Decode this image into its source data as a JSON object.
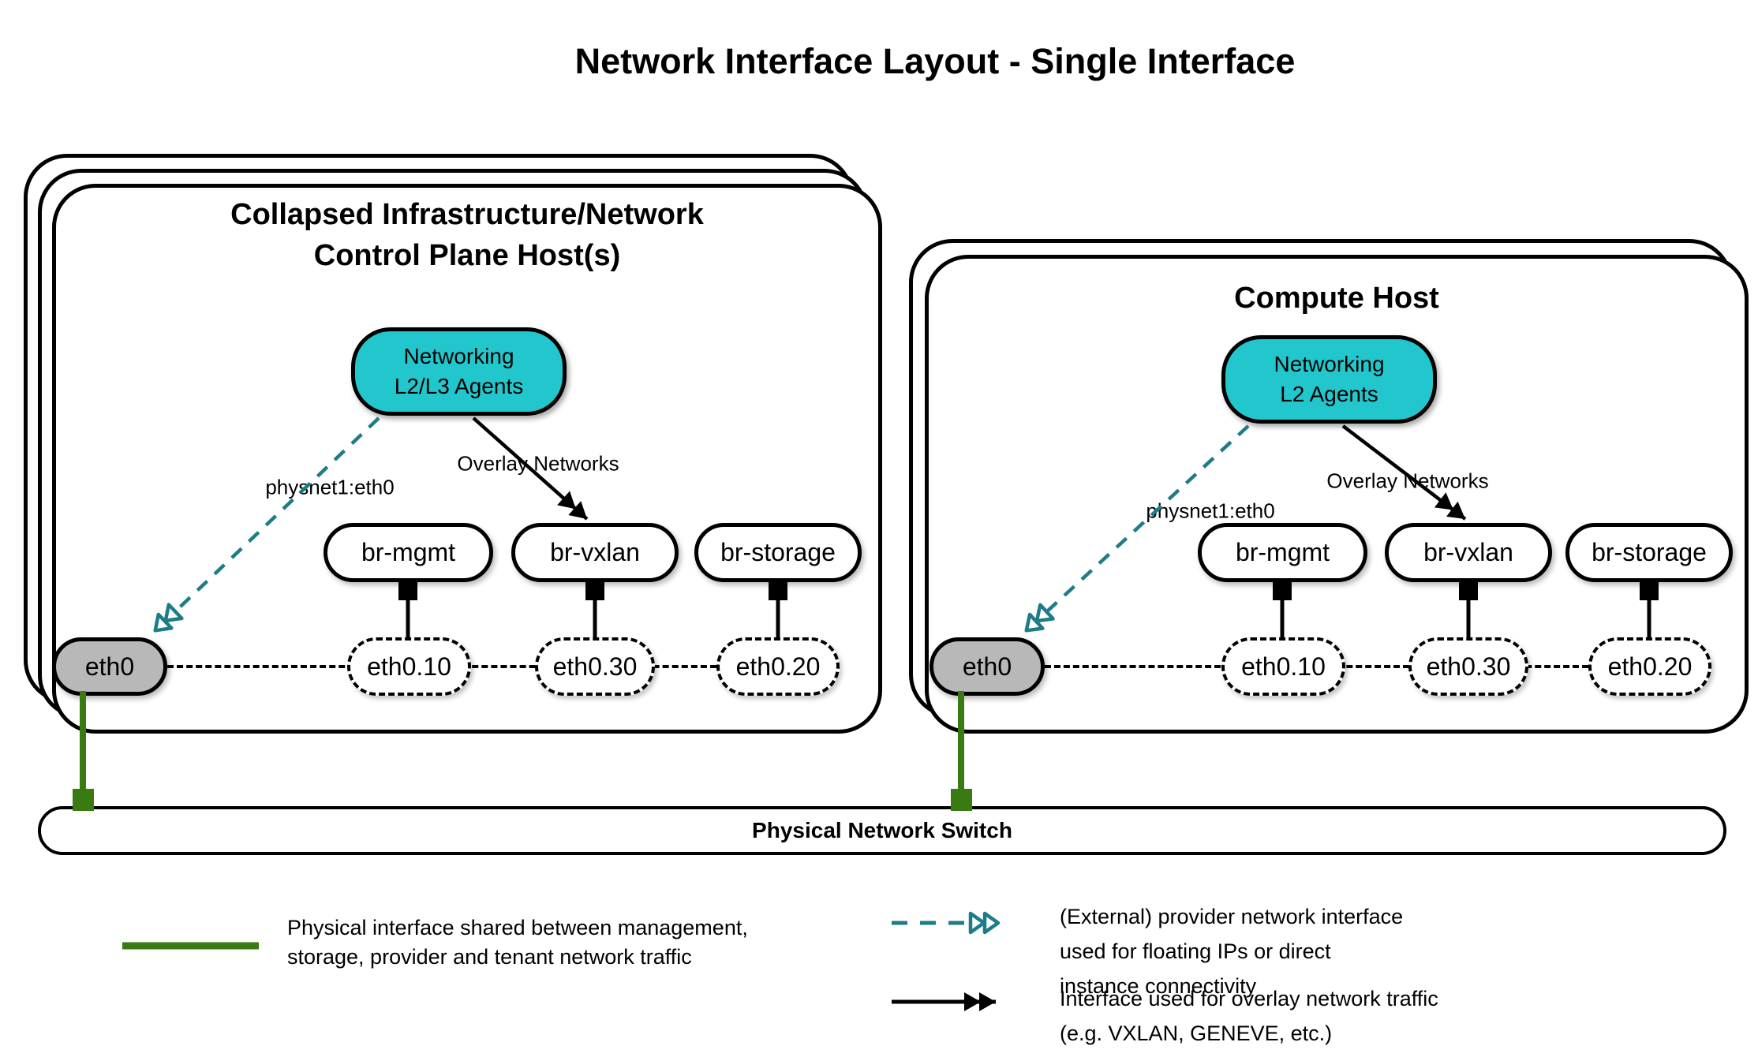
{
  "page_title": "Network Interface Layout - Single Interface",
  "colors": {
    "agent_fill": "#22c7cd",
    "provider_arrow_teal": "#1d7c88",
    "physical_green": "#3a7a12",
    "nic_gray": "#b8b8b8",
    "line_black": "#000000"
  },
  "hosts": [
    {
      "title_line1": "Collapsed Infrastructure/Network",
      "title_line2": "Control Plane Host(s)",
      "agent_line1": "Networking",
      "agent_line2": "L2/L3 Agents",
      "provider_label": "physnet1:eth0",
      "overlay_label": "Overlay Networks",
      "bridges": [
        {
          "label": "br-mgmt"
        },
        {
          "label": "br-vxlan"
        },
        {
          "label": "br-storage"
        }
      ],
      "interfaces": [
        {
          "label": "eth0"
        },
        {
          "label": "eth0.10"
        },
        {
          "label": "eth0.30"
        },
        {
          "label": "eth0.20"
        }
      ]
    },
    {
      "title_line1": "Compute Host",
      "agent_line1": "Networking",
      "agent_line2": "L2 Agents",
      "provider_label": "physnet1:eth0",
      "overlay_label": "Overlay Networks",
      "bridges": [
        {
          "label": "br-mgmt"
        },
        {
          "label": "br-vxlan"
        },
        {
          "label": "br-storage"
        }
      ],
      "interfaces": [
        {
          "label": "eth0"
        },
        {
          "label": "eth0.10"
        },
        {
          "label": "eth0.30"
        },
        {
          "label": "eth0.20"
        }
      ]
    }
  ],
  "switch": {
    "label": "Physical Network Switch"
  },
  "legend": [
    {
      "symbol": "green-solid-line",
      "lines": [
        "Physical interface shared between management,",
        "storage, provider and tenant network traffic"
      ]
    },
    {
      "symbol": "teal-dashed-double-arrow",
      "lines": [
        "(External) provider network interface",
        "used for floating IPs or direct",
        "instance connectivity"
      ]
    },
    {
      "symbol": "black-solid-double-arrow",
      "lines": [
        "Interface used for overlay network traffic",
        "(e.g. VXLAN, GENEVE, etc.)"
      ]
    }
  ]
}
